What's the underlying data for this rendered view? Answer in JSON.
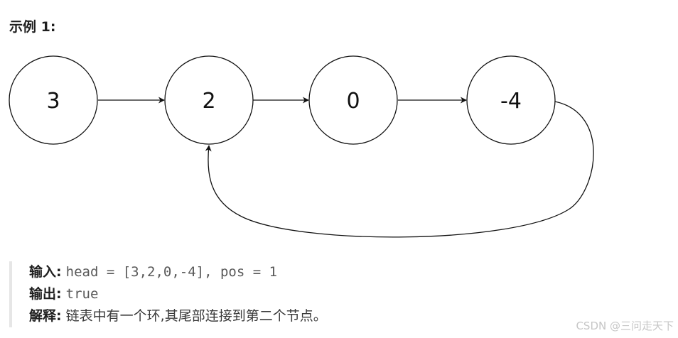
{
  "example": {
    "title": "示例 1:"
  },
  "diagram": {
    "nodes": [
      {
        "label": "3"
      },
      {
        "label": "2"
      },
      {
        "label": "0"
      },
      {
        "label": "-4"
      }
    ],
    "edges": [
      {
        "from": 0,
        "to": 1
      },
      {
        "from": 1,
        "to": 2
      },
      {
        "from": 2,
        "to": 3
      },
      {
        "from": 3,
        "to": 1,
        "kind": "cycle"
      }
    ]
  },
  "explanation": {
    "input_label": "输入:",
    "input_value": "head = [3,2,0,-4], pos = 1",
    "output_label": "输出:",
    "output_value": "true",
    "explain_label": "解释:",
    "explain_value": "链表中有一个环,其尾部连接到第二个节点。"
  },
  "watermark": "CSDN @三问走天下"
}
